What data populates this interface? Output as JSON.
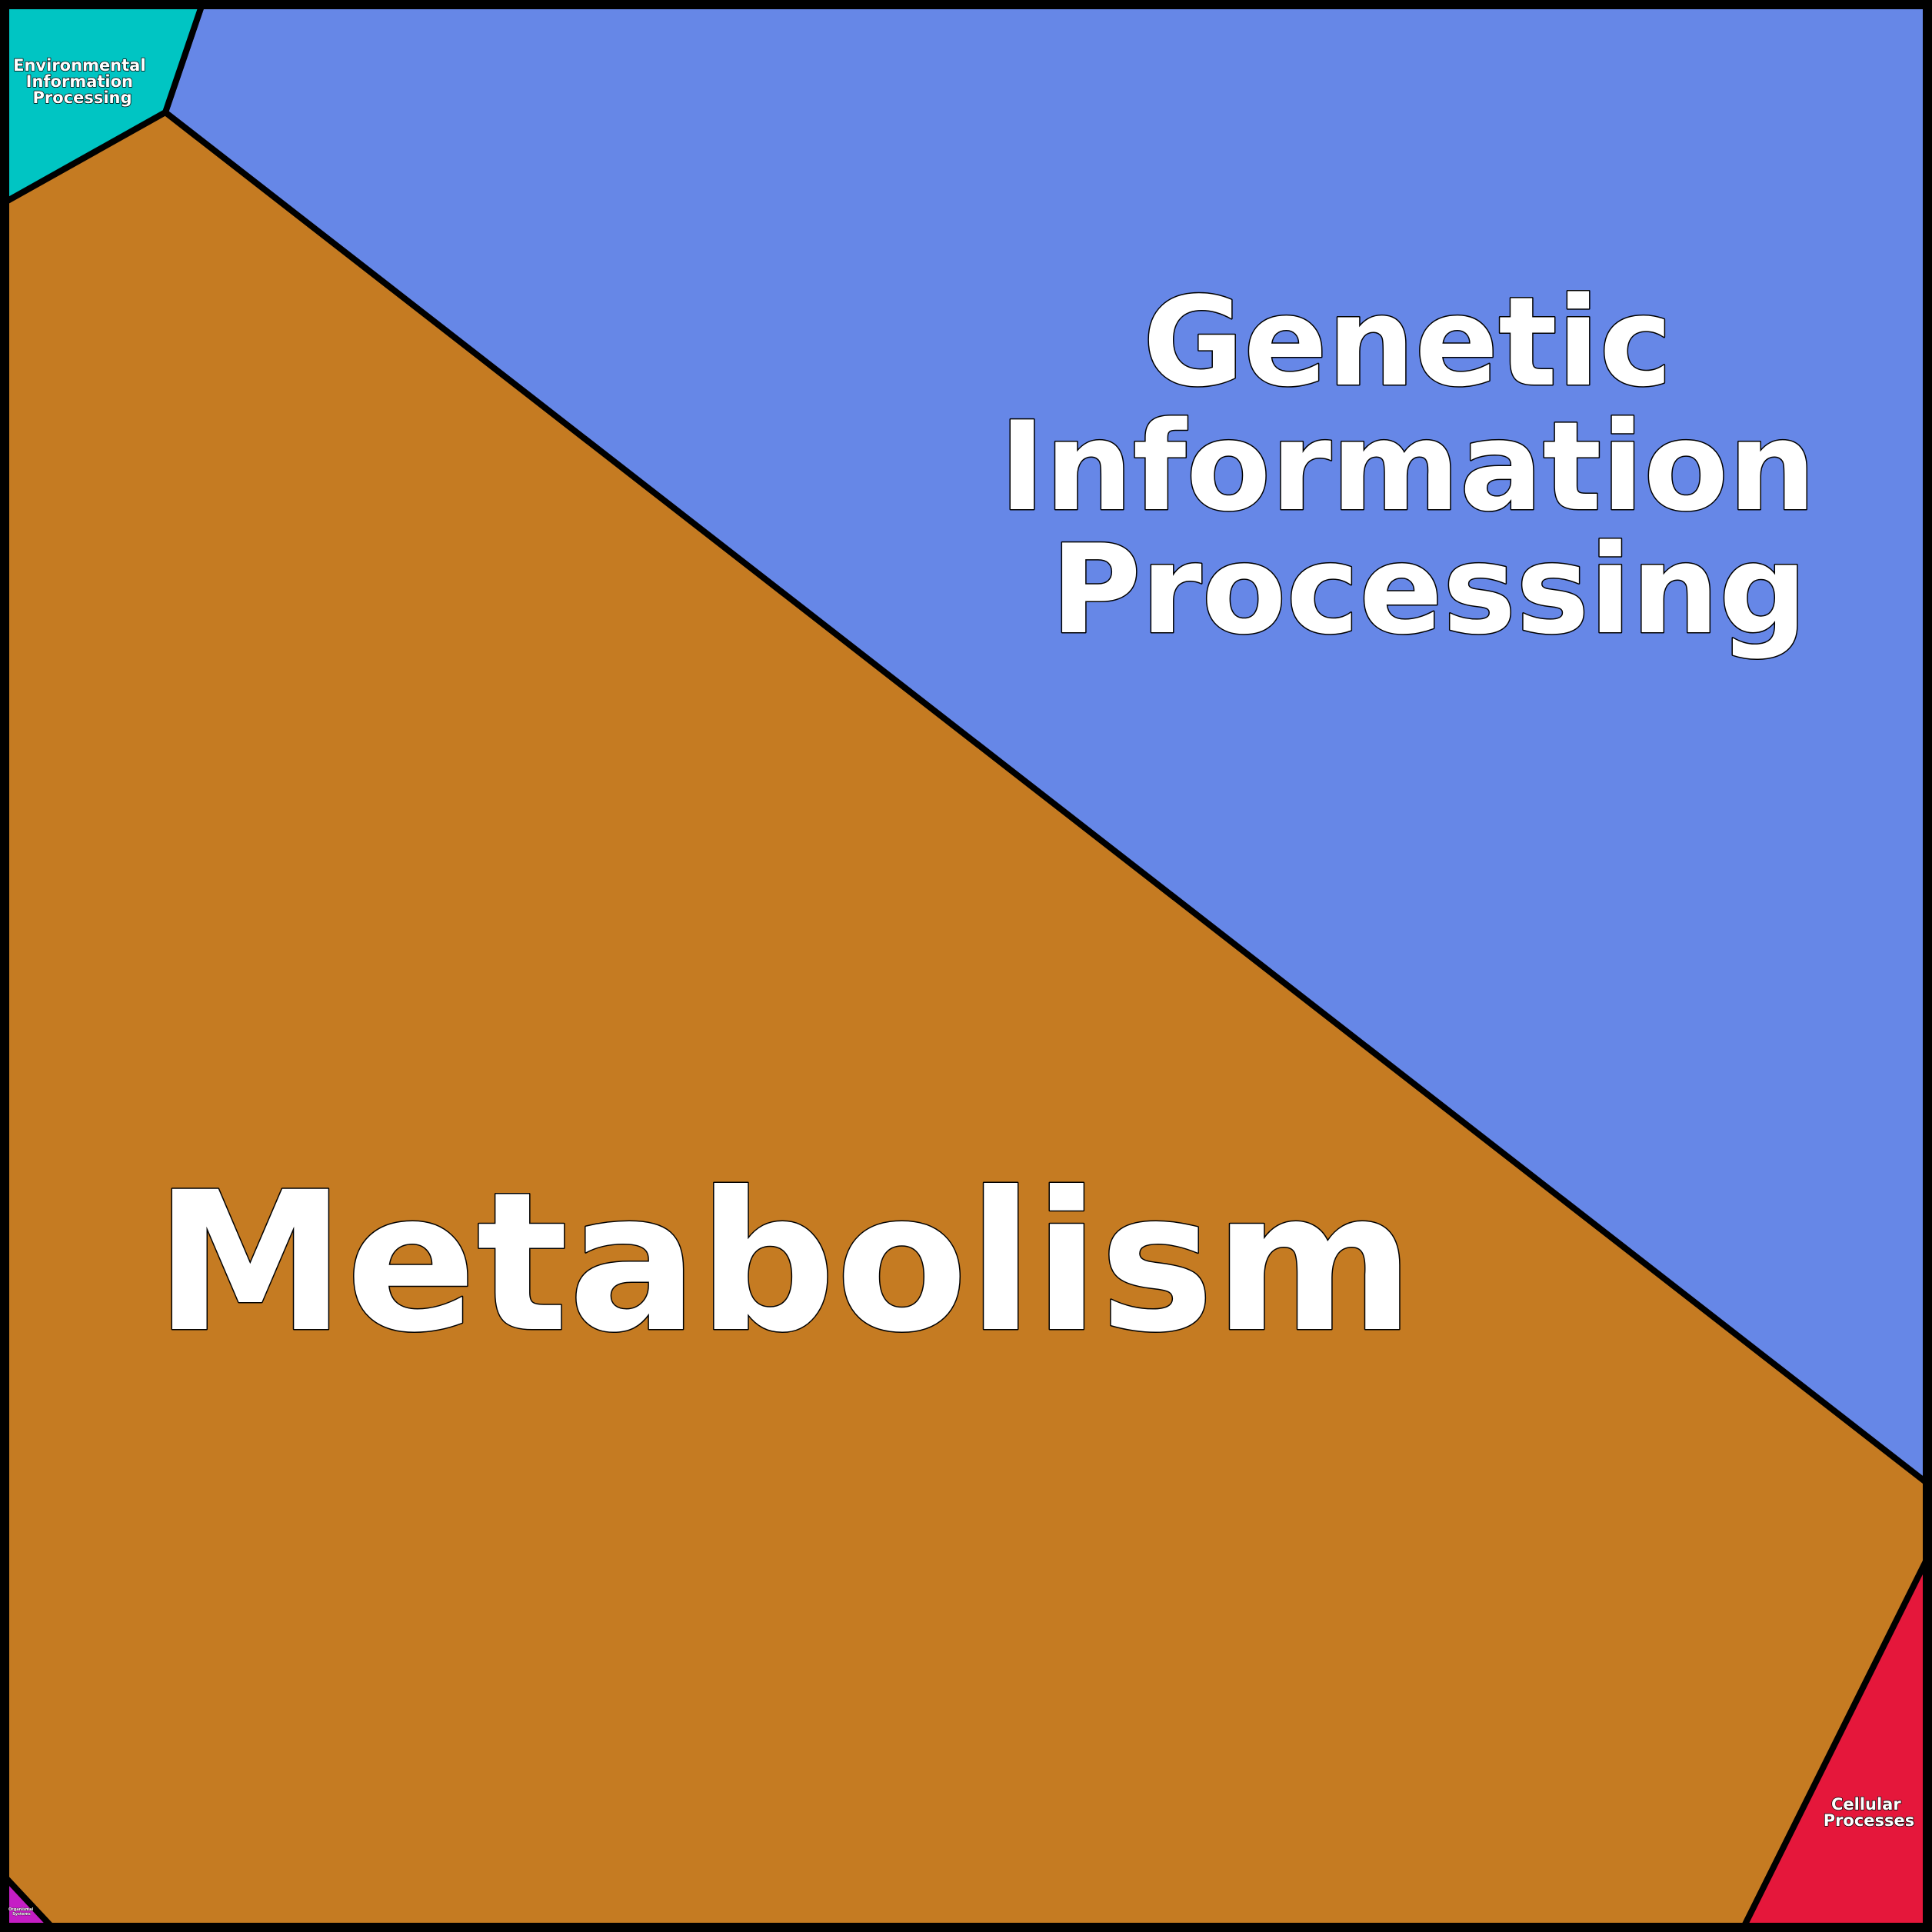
{
  "colors": {
    "border": "#000000",
    "label_fill": "#ffffff",
    "label_outline": "#000000"
  },
  "regions": {
    "metabolism": {
      "lines": [
        "Metabolism"
      ],
      "color": "#c57b22"
    },
    "genetic": {
      "lines": [
        "Genetic",
        "Information",
        "Processing"
      ],
      "color": "#6687e7"
    },
    "environmental": {
      "lines": [
        "Environmental",
        "Information",
        "Processing"
      ],
      "color": "#00c5c3"
    },
    "cellular": {
      "lines": [
        "Cellular",
        "Processes"
      ],
      "color": "#e5173b"
    },
    "organismal": {
      "lines": [
        "Organismal",
        "Systems"
      ],
      "color": "#c51ec5"
    }
  }
}
